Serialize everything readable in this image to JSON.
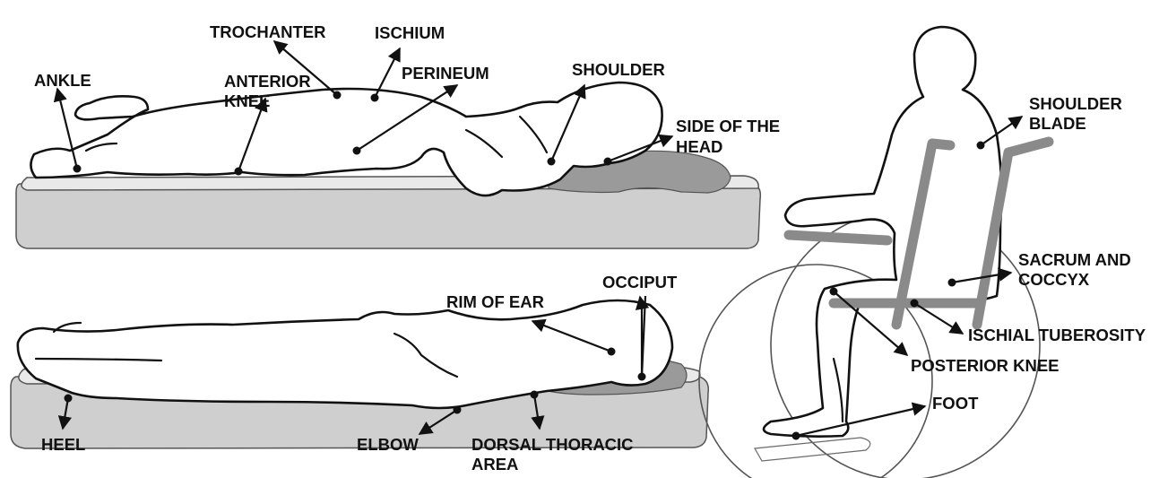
{
  "colors": {
    "ink": "#111111",
    "mattress": "#e9e9e9",
    "pillow": "#9a9a9a",
    "frame": "#8a8a8a"
  },
  "diagram": {
    "side_lying": {
      "labels": {
        "ankle": "ANKLE",
        "trochanter": "TROCHANTER",
        "ischium": "ISCHIUM",
        "anterior_knee_1": "ANTERIOR",
        "anterior_knee_2": "KNEE",
        "perineum": "PERINEUM",
        "shoulder": "SHOULDER",
        "side_of_head_1": "SIDE OF THE",
        "side_of_head_2": "HEAD"
      }
    },
    "supine": {
      "labels": {
        "occiput": "OCCIPUT",
        "rim_of_ear": "RIM OF EAR",
        "heel": "HEEL",
        "elbow": "ELBOW",
        "dorsal_thoracic_1": "DORSAL THORACIC",
        "dorsal_thoracic_2": "AREA"
      }
    },
    "seated": {
      "labels": {
        "shoulder_blade_1": "SHOULDER",
        "shoulder_blade_2": "BLADE",
        "sacrum_1": "SACRUM AND",
        "sacrum_2": "COCCYX",
        "ischial_tuberosity": "ISCHIAL TUBEROSITY",
        "posterior_knee": "POSTERIOR KNEE",
        "foot": "FOOT"
      }
    }
  }
}
